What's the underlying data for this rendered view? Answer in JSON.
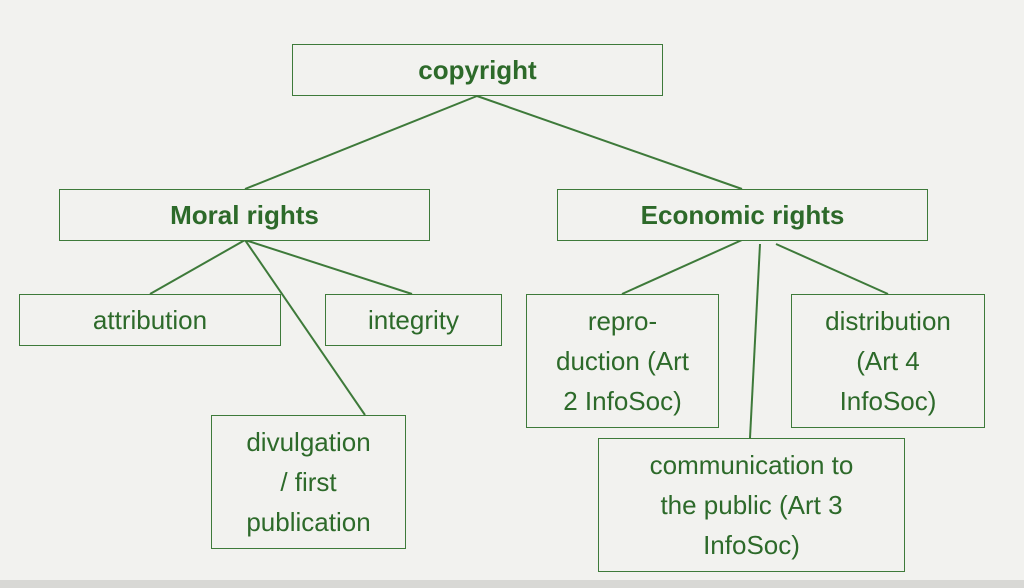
{
  "diagram": {
    "colors": {
      "stroke": "#3e7a3a",
      "text": "#2d6a2a",
      "background": "#f2f2ef"
    },
    "nodes": {
      "copyright": "copyright",
      "moral_rights": "Moral rights",
      "economic_rights": "Economic rights",
      "attribution": "attribution",
      "integrity": "integrity",
      "divulgation": "divulgation\n/ first\npublication",
      "reproduction": "repro-\nduction (Art\n2 InfoSoc)",
      "distribution": "distribution\n(Art 4\nInfoSoc)",
      "communication": "communication to\nthe public (Art 3\nInfoSoc)"
    },
    "edges": [
      [
        "copyright",
        "moral_rights"
      ],
      [
        "copyright",
        "economic_rights"
      ],
      [
        "moral_rights",
        "attribution"
      ],
      [
        "moral_rights",
        "integrity"
      ],
      [
        "moral_rights",
        "divulgation"
      ],
      [
        "economic_rights",
        "reproduction"
      ],
      [
        "economic_rights",
        "communication"
      ],
      [
        "economic_rights",
        "distribution"
      ]
    ]
  }
}
